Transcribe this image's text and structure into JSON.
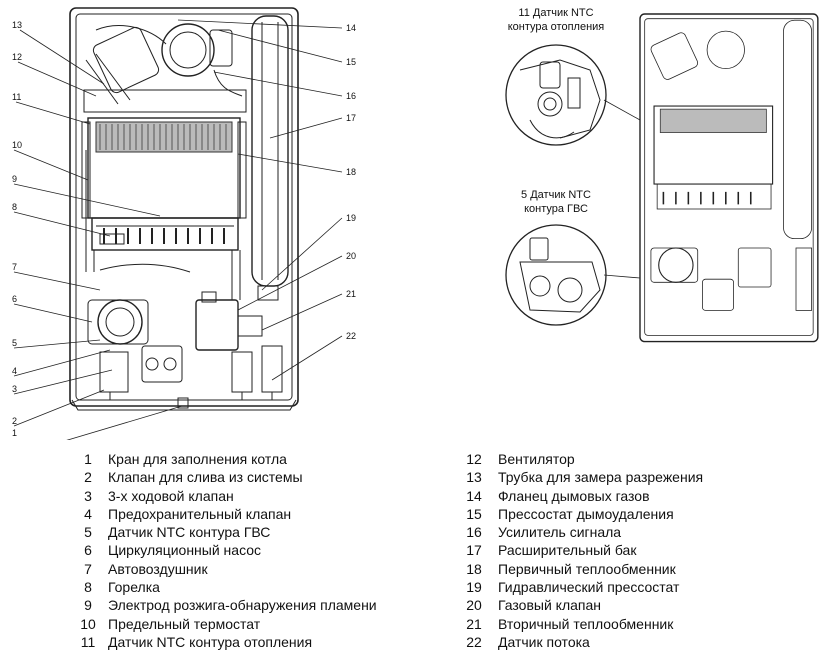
{
  "diagram": {
    "callout_numbers": [
      "1",
      "2",
      "3",
      "4",
      "5",
      "6",
      "7",
      "8",
      "9",
      "10",
      "11",
      "12",
      "13",
      "14",
      "15",
      "16",
      "17",
      "18",
      "19",
      "20",
      "21",
      "22"
    ],
    "detail_top": {
      "line1": "11 Датчик NTC",
      "line2": "контура отопления"
    },
    "detail_bottom": {
      "line1": "5 Датчик NTC",
      "line2": "контура ГВС"
    }
  },
  "legend_left": [
    {
      "num": "1",
      "text": "Кран для заполнения котла"
    },
    {
      "num": "2",
      "text": "Клапан для слива из системы"
    },
    {
      "num": "3",
      "text": "3-х ходовой клапан"
    },
    {
      "num": "4",
      "text": "Предохранительный клапан"
    },
    {
      "num": "5",
      "text": "Датчик NTC контура ГВС"
    },
    {
      "num": "6",
      "text": "Циркуляционный насос"
    },
    {
      "num": "7",
      "text": "Автовоздушник"
    },
    {
      "num": "8",
      "text": "Горелка"
    },
    {
      "num": "9",
      "text": "Электрод розжига-обнаружения пламени"
    },
    {
      "num": "10",
      "text": "Предельный термостат"
    },
    {
      "num": "11",
      "text": "Датчик NTC контура отопления"
    }
  ],
  "legend_right": [
    {
      "num": "12",
      "text": "Вентилятор"
    },
    {
      "num": "13",
      "text": "Трубка для замера разрежения"
    },
    {
      "num": "14",
      "text": "Фланец дымовых газов"
    },
    {
      "num": "15",
      "text": "Прессостат дымоудаления"
    },
    {
      "num": "16",
      "text": "Усилитель сигнала"
    },
    {
      "num": "17",
      "text": "Расширительный бак"
    },
    {
      "num": "18",
      "text": "Первичный теплообменник"
    },
    {
      "num": "19",
      "text": "Гидравлический прессостат"
    },
    {
      "num": "20",
      "text": "Газовый клапан"
    },
    {
      "num": "21",
      "text": "Вторичный теплообменник"
    },
    {
      "num": "22",
      "text": "Датчик потока"
    }
  ]
}
